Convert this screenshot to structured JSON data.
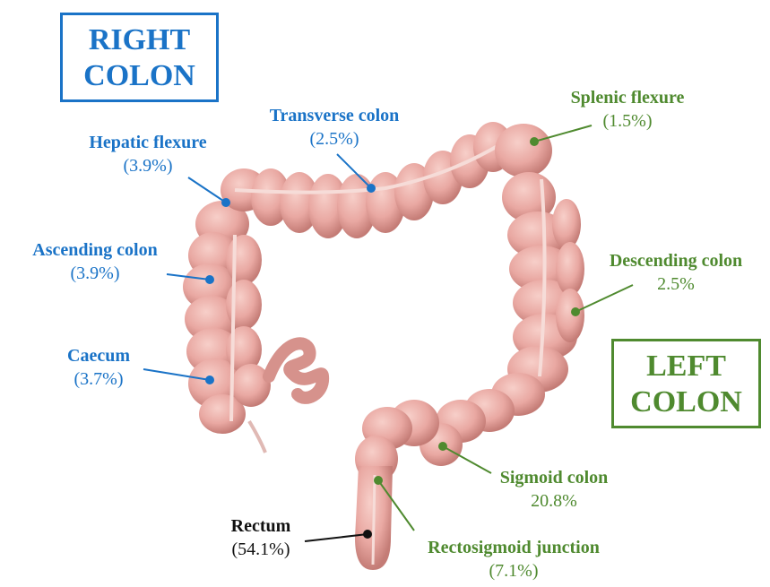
{
  "regions": {
    "right": {
      "line1": "RIGHT",
      "line2": "COLON",
      "color": "#1a73c7"
    },
    "left": {
      "line1": "LEFT",
      "line2": "COLON",
      "color": "#4f8a2f"
    }
  },
  "segments": [
    {
      "id": "hepatic",
      "name": "Hepatic flexure",
      "value": "(3.9%)"
    },
    {
      "id": "transverse",
      "name": "Transverse colon",
      "value": "(2.5%)"
    },
    {
      "id": "ascending",
      "name": "Ascending colon",
      "value": "(3.9%)"
    },
    {
      "id": "caecum",
      "name": "Caecum",
      "value": "(3.7%)"
    },
    {
      "id": "splenic",
      "name": "Splenic flexure",
      "value": "(1.5%)"
    },
    {
      "id": "descending",
      "name": "Descending colon",
      "value": "2.5%"
    },
    {
      "id": "sigmoid",
      "name": "Sigmoid colon",
      "value": "20.8%"
    },
    {
      "id": "rectosigmoid",
      "name": "Rectosigmoid junction",
      "value": "(7.1%)"
    },
    {
      "id": "rectum",
      "name": "Rectum",
      "value": "(54.1%)"
    }
  ],
  "colors": {
    "colon_fill": "#e9a8a2",
    "colon_shade": "#c9807a",
    "blue": "#1a73c7",
    "green": "#4f8a2f"
  }
}
